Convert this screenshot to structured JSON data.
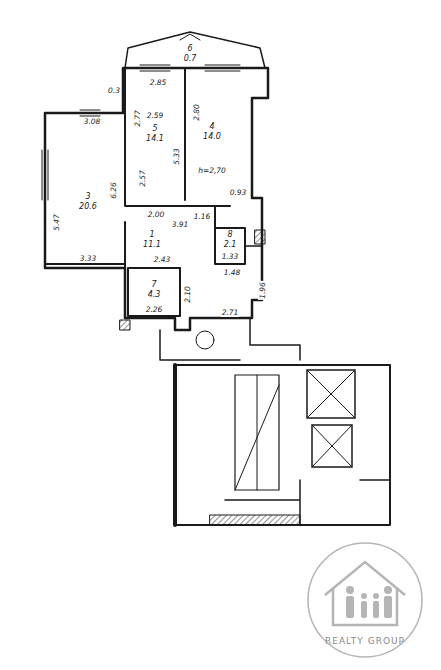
{
  "diagram": {
    "nodes": [
      {
        "text": [
          "6",
          "0.7"
        ]
      },
      {
        "text": [
          "5",
          "14.1"
        ]
      },
      {
        "text": [
          "4",
          "14.0"
        ]
      },
      {
        "text": [
          "3",
          "20.6"
        ]
      },
      {
        "text": [
          "1",
          "11.1"
        ]
      },
      {
        "text": [
          "8",
          "2.1"
        ]
      },
      {
        "text": [
          "7",
          "4.3"
        ]
      }
    ],
    "labels": [
      "2.85",
      "0.3",
      "3.08",
      "2.59",
      "2.77",
      "5.33",
      "2.80",
      "h=2,70",
      "0.93",
      "6.26",
      "5.47",
      "3.33",
      "2.00",
      "3.91",
      "1.16",
      "2.43",
      "1.33",
      "1.48",
      "2.57",
      "2.26",
      "2.10",
      "2.71",
      "1.96",
      "REALTY GROUP"
    ]
  }
}
